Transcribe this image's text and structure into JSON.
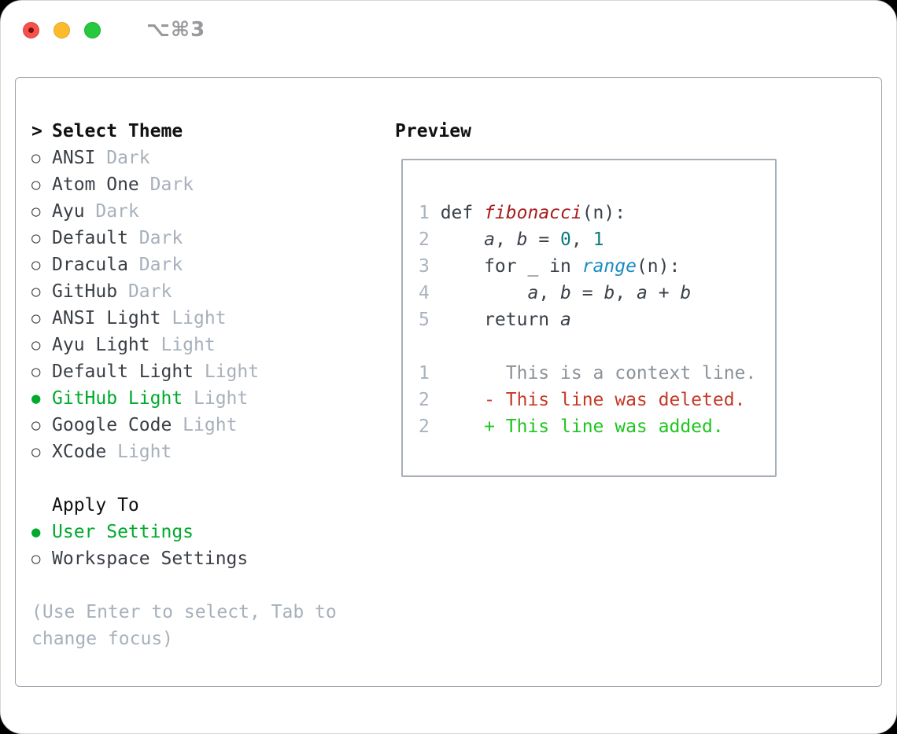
{
  "window": {
    "title": "⌥⌘3"
  },
  "icons": {
    "radio_unselected": "○",
    "radio_selected": "●",
    "prompt": ">"
  },
  "theme_list": {
    "header": "Select Theme",
    "items": [
      {
        "name": "ANSI",
        "variant": "Dark",
        "selected": false
      },
      {
        "name": "Atom One",
        "variant": "Dark",
        "selected": false
      },
      {
        "name": "Ayu",
        "variant": "Dark",
        "selected": false
      },
      {
        "name": "Default",
        "variant": "Dark",
        "selected": false
      },
      {
        "name": "Dracula",
        "variant": "Dark",
        "selected": false
      },
      {
        "name": "GitHub",
        "variant": "Dark",
        "selected": false
      },
      {
        "name": "ANSI Light",
        "variant": "Light",
        "selected": false
      },
      {
        "name": "Ayu Light",
        "variant": "Light",
        "selected": false
      },
      {
        "name": "Default Light",
        "variant": "Light",
        "selected": false
      },
      {
        "name": "GitHub Light",
        "variant": "Light",
        "selected": true
      },
      {
        "name": "Google Code",
        "variant": "Light",
        "selected": false
      },
      {
        "name": "XCode",
        "variant": "Light",
        "selected": false
      }
    ]
  },
  "apply_to": {
    "header": "Apply To",
    "options": [
      {
        "name": "User Settings",
        "selected": true
      },
      {
        "name": "Workspace Settings",
        "selected": false
      }
    ]
  },
  "hint": "(Use Enter to select, Tab to change focus)",
  "preview": {
    "header": "Preview",
    "code_lines": [
      {
        "num": "1",
        "tokens": [
          {
            "t": "def ",
            "c": "plain"
          },
          {
            "t": "fibonacci",
            "c": "fn"
          },
          {
            "t": "(n):",
            "c": "plain"
          }
        ]
      },
      {
        "num": "2",
        "tokens": [
          {
            "t": "    ",
            "c": "plain"
          },
          {
            "t": "a",
            "c": "var"
          },
          {
            "t": ", ",
            "c": "plain"
          },
          {
            "t": "b",
            "c": "var"
          },
          {
            "t": " = ",
            "c": "plain"
          },
          {
            "t": "0",
            "c": "lit"
          },
          {
            "t": ", ",
            "c": "plain"
          },
          {
            "t": "1",
            "c": "lit"
          }
        ]
      },
      {
        "num": "3",
        "tokens": [
          {
            "t": "    for _ in ",
            "c": "plain"
          },
          {
            "t": "range",
            "c": "call"
          },
          {
            "t": "(n):",
            "c": "plain"
          }
        ]
      },
      {
        "num": "4",
        "tokens": [
          {
            "t": "        ",
            "c": "plain"
          },
          {
            "t": "a",
            "c": "var"
          },
          {
            "t": ", ",
            "c": "plain"
          },
          {
            "t": "b",
            "c": "var"
          },
          {
            "t": " = ",
            "c": "plain"
          },
          {
            "t": "b",
            "c": "var"
          },
          {
            "t": ", ",
            "c": "plain"
          },
          {
            "t": "a",
            "c": "var"
          },
          {
            "t": " + ",
            "c": "plain"
          },
          {
            "t": "b",
            "c": "var"
          }
        ]
      },
      {
        "num": "5",
        "tokens": [
          {
            "t": "    return ",
            "c": "plain"
          },
          {
            "t": "a",
            "c": "var"
          }
        ]
      }
    ],
    "diff_lines": [
      {
        "num": "1",
        "kind": "context",
        "text": "      This is a context line."
      },
      {
        "num": "2",
        "kind": "deleted",
        "text": "    - This line was deleted."
      },
      {
        "num": "2",
        "kind": "added",
        "text": "    + This line was added."
      }
    ]
  },
  "colors": {
    "sel": "#00aa2d",
    "ink": "#111111",
    "item": "#3a3f46",
    "muted": "#a7b0bb",
    "gutter": "#a9b2bd",
    "code": "#3a4149",
    "fn": "#a81c1c",
    "lit": "#0c7b7e",
    "call": "#1a8cc6",
    "ctx": "#8b9299",
    "del": "#c53a26",
    "add": "#1ec51e",
    "border_panel": "#9ba3ac",
    "border_box": "#a7aeb6",
    "title": "#98989d",
    "tl_red": "#f4534c",
    "tl_yellow": "#fcbb2d",
    "tl_green": "#27c93f"
  }
}
